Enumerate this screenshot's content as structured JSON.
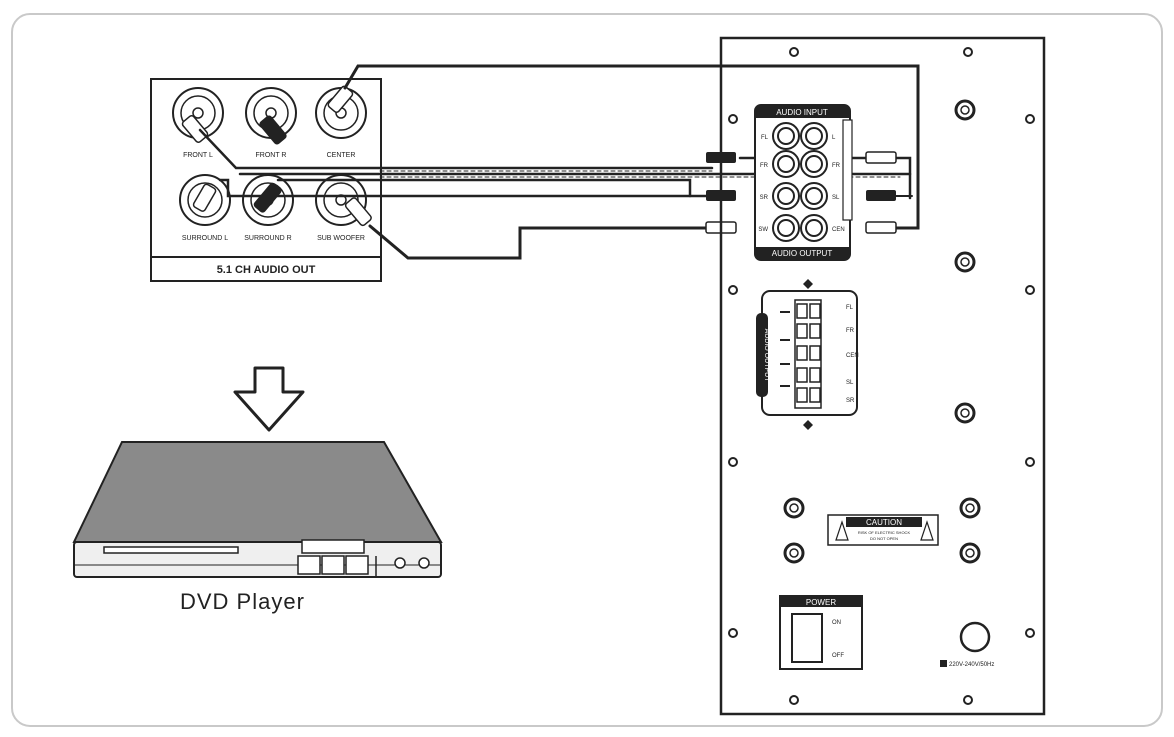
{
  "dvd_out_panel": {
    "title": "5.1 CH AUDIO OUT",
    "jacks": [
      "FRONT L",
      "FRONT R",
      "CENTER",
      "SURROUND L",
      "SURROUND R",
      "SUB WOOFER"
    ]
  },
  "dvd_player": {
    "caption": "DVD Player"
  },
  "amp_panel": {
    "audio_input_label": "AUDIO INPUT",
    "audio_output_label": "AUDIO OUTPUT",
    "input_left_labels": [
      "FL",
      "FR",
      "SR",
      "SW"
    ],
    "input_right_labels": [
      "L",
      "FR",
      "SL",
      "CEN"
    ],
    "speaker_output_label": "AUDIO OUTPUT",
    "speaker_labels": [
      "FL",
      "FR",
      "CEN",
      "SL",
      "SR"
    ],
    "caution": {
      "title": "CAUTION",
      "line1": "RISK OF ELECTRIC SHOCK",
      "line2": "DO NOT OPEN"
    },
    "power": {
      "label": "POWER",
      "on": "ON",
      "off": "OFF"
    },
    "voltage": "220V-240V/50Hz"
  }
}
